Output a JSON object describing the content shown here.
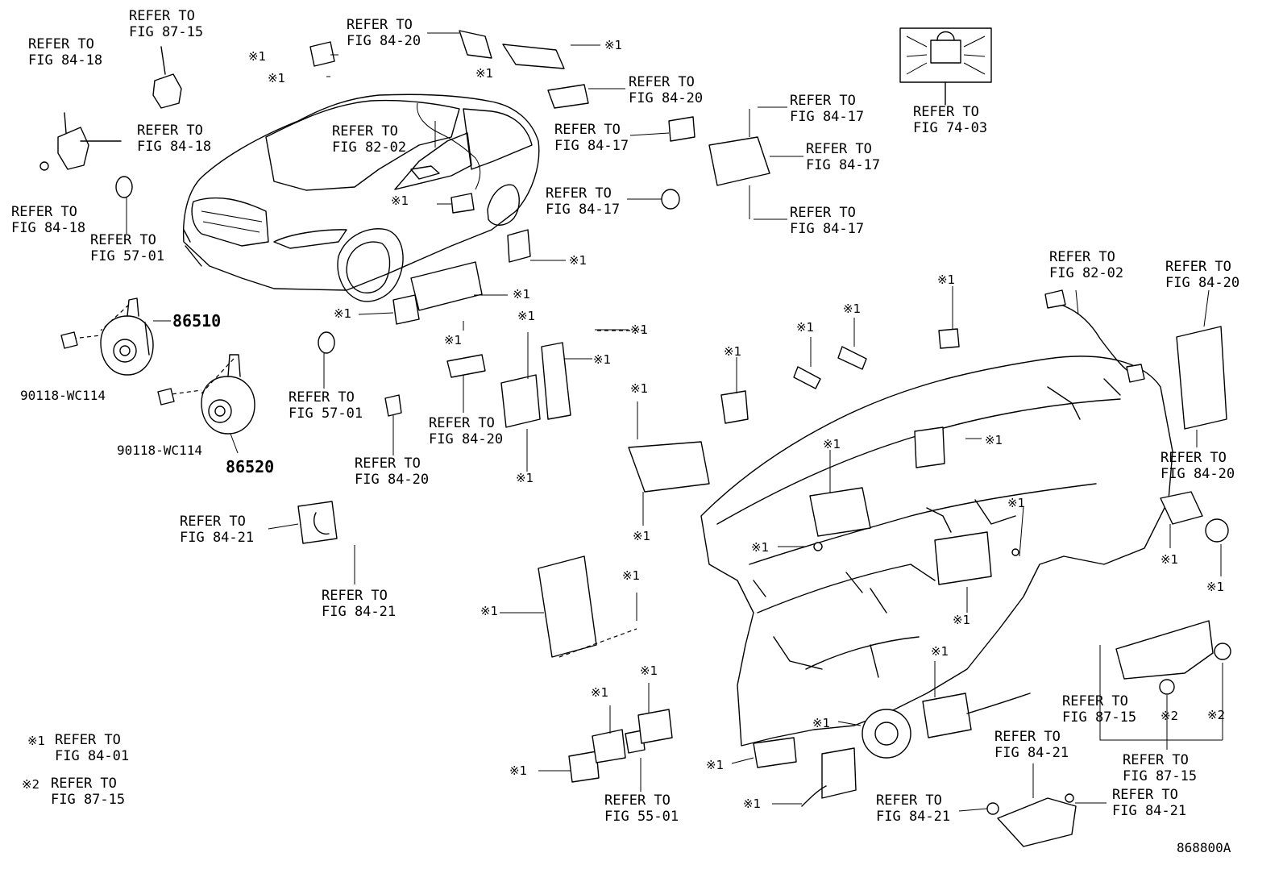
{
  "refer_to": [
    {
      "line1": "REFER TO",
      "line2": "FIG 87-15"
    },
    {
      "line1": "REFER TO",
      "line2": "FIG 84-18"
    },
    {
      "line1": "REFER TO",
      "line2": "FIG 84-18"
    },
    {
      "line1": "REFER TO",
      "line2": "FIG 84-18"
    },
    {
      "line1": "REFER TO",
      "line2": "FIG 57-01"
    },
    {
      "line1": "REFER TO",
      "line2": "FIG 84-20"
    },
    {
      "line1": "REFER TO",
      "line2": "FIG 82-02"
    },
    {
      "line1": "REFER TO",
      "line2": "FIG 84-20"
    },
    {
      "line1": "REFER TO",
      "line2": "FIG 84-17"
    },
    {
      "line1": "REFER TO",
      "line2": "FIG 84-17"
    },
    {
      "line1": "REFER TO",
      "line2": "FIG 84-17"
    },
    {
      "line1": "REFER TO",
      "line2": "FIG 84-17"
    },
    {
      "line1": "REFER TO",
      "line2": "FIG 84-17"
    },
    {
      "line1": "REFER TO",
      "line2": "FIG 74-03"
    },
    {
      "line1": "REFER TO",
      "line2": "FIG 57-01"
    },
    {
      "line1": "REFER TO",
      "line2": "FIG 84-20"
    },
    {
      "line1": "REFER TO",
      "line2": "FIG 84-20"
    },
    {
      "line1": "REFER TO",
      "line2": "FIG 84-21"
    },
    {
      "line1": "REFER TO",
      "line2": "FIG 84-21"
    },
    {
      "line1": "REFER TO",
      "line2": "FIG 82-02"
    },
    {
      "line1": "REFER TO",
      "line2": "FIG 84-20"
    },
    {
      "line1": "REFER TO",
      "line2": "FIG 84-20"
    },
    {
      "line1": "REFER TO",
      "line2": "FIG 87-15"
    },
    {
      "line1": "REFER TO",
      "line2": "FIG 87-15"
    },
    {
      "line1": "REFER TO",
      "line2": "FIG 84-21"
    },
    {
      "line1": "REFER TO",
      "line2": "FIG 84-21"
    },
    {
      "line1": "REFER TO",
      "line2": "FIG 84-21"
    },
    {
      "line1": "REFER TO",
      "line2": "FIG 55-01"
    }
  ],
  "part_numbers": {
    "horn_high": "86510",
    "horn_low": "86520",
    "bolt_a": "90118-WC114",
    "bolt_b": "90118-WC114"
  },
  "markers": {
    "mark1": "※1",
    "mark2": "※2"
  },
  "legend": [
    {
      "mark": "※1",
      "line1": "REFER TO",
      "line2": "FIG 84-01"
    },
    {
      "mark": "※2",
      "line1": "REFER TO",
      "line2": "FIG 87-15"
    }
  ],
  "illustration_code": "868800A"
}
